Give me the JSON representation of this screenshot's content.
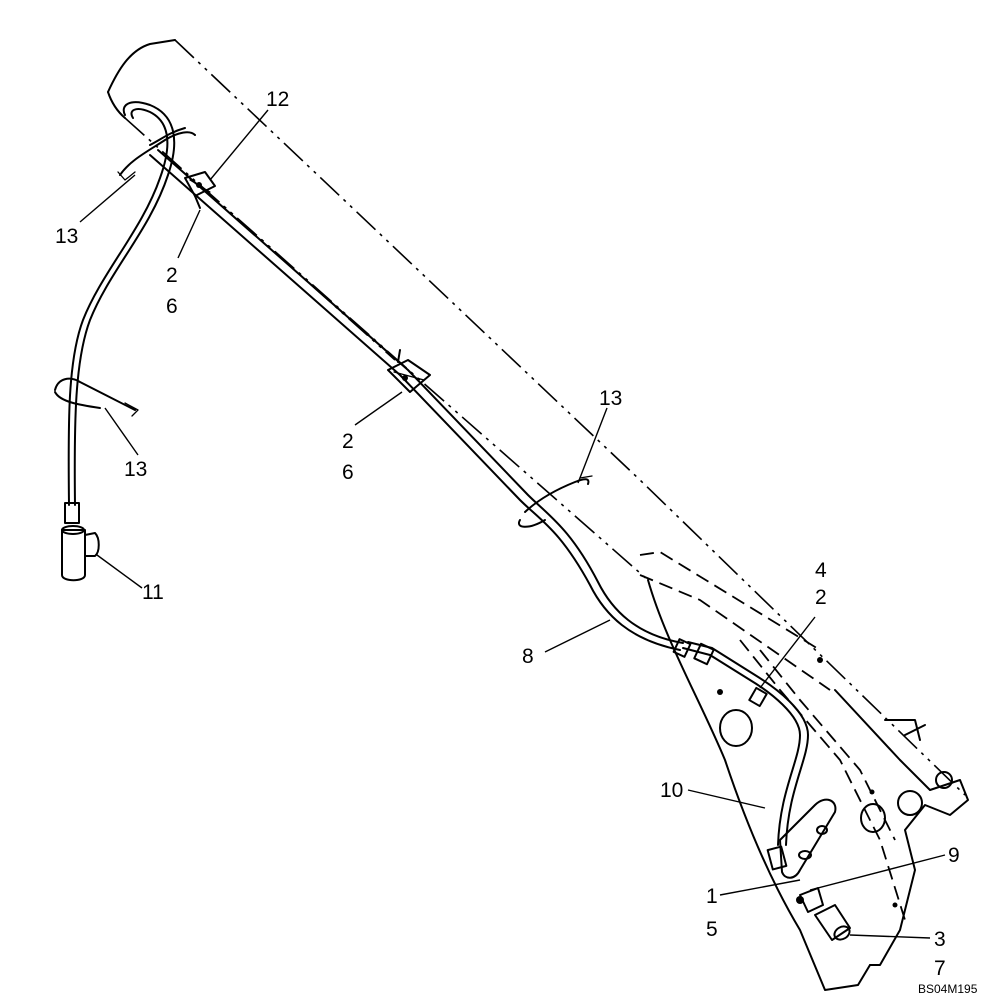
{
  "callouts": {
    "c12": "12",
    "c13_top": "13",
    "c2_a": "2",
    "c6_a": "6",
    "c13_mid_left": "13",
    "c2_b": "2",
    "c6_b": "6",
    "c13_right": "13",
    "c11": "11",
    "c4": "4",
    "c2_c": "2",
    "c8": "8",
    "c10": "10",
    "c9": "9",
    "c1": "1",
    "c5": "5",
    "c3": "3",
    "c7": "7"
  },
  "reference_code": "BS04M195"
}
